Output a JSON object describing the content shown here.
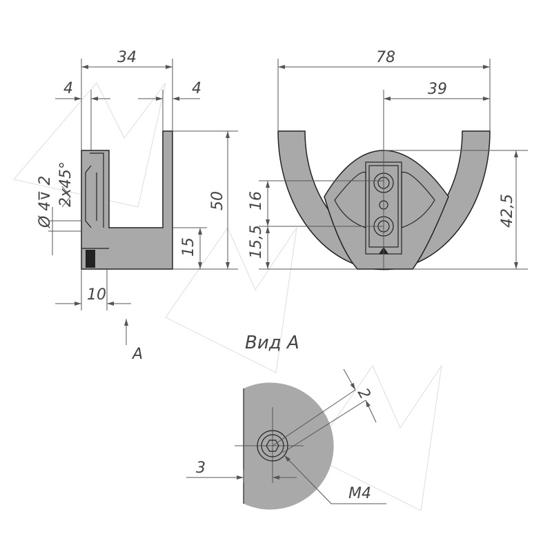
{
  "side_view": {
    "dim_width": "34",
    "dim_left_wall": "4",
    "dim_right_wall": "4",
    "dim_hole": "Ø 4⊽ 2",
    "dim_chamfer": "2x45°",
    "dim_height": "50",
    "dim_base": "15",
    "dim_depth": "10",
    "view_arrow_label": "A"
  },
  "front_view": {
    "dim_width": "78",
    "dim_half_width": "39",
    "dim_height": "42,5",
    "dim_hole_spacing": "16",
    "dim_hole_base": "15,5"
  },
  "bottom_view": {
    "title": "Вид А",
    "dim_chamfer": "2",
    "dim_offset": "3",
    "dim_thread": "M4"
  },
  "colors": {
    "body": "#a9a9a9",
    "line": "#222222"
  }
}
